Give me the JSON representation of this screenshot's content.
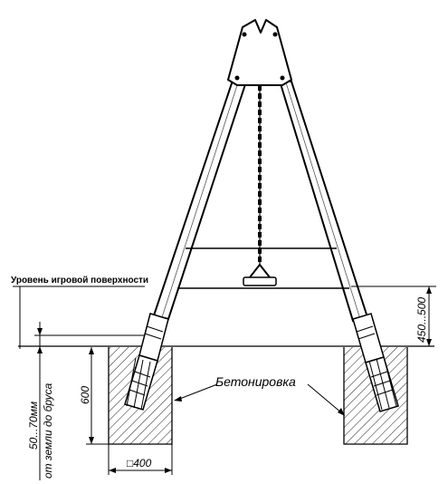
{
  "labels": {
    "play_surface_level": "Уровень игровой поверхности",
    "concreting": "Бетонировка",
    "depth_600": "600",
    "range_450_500": "450...500",
    "range_50_70": "50...70мм",
    "from_ground_to_beam": "от земли до бруса",
    "footing_size": "□400"
  }
}
